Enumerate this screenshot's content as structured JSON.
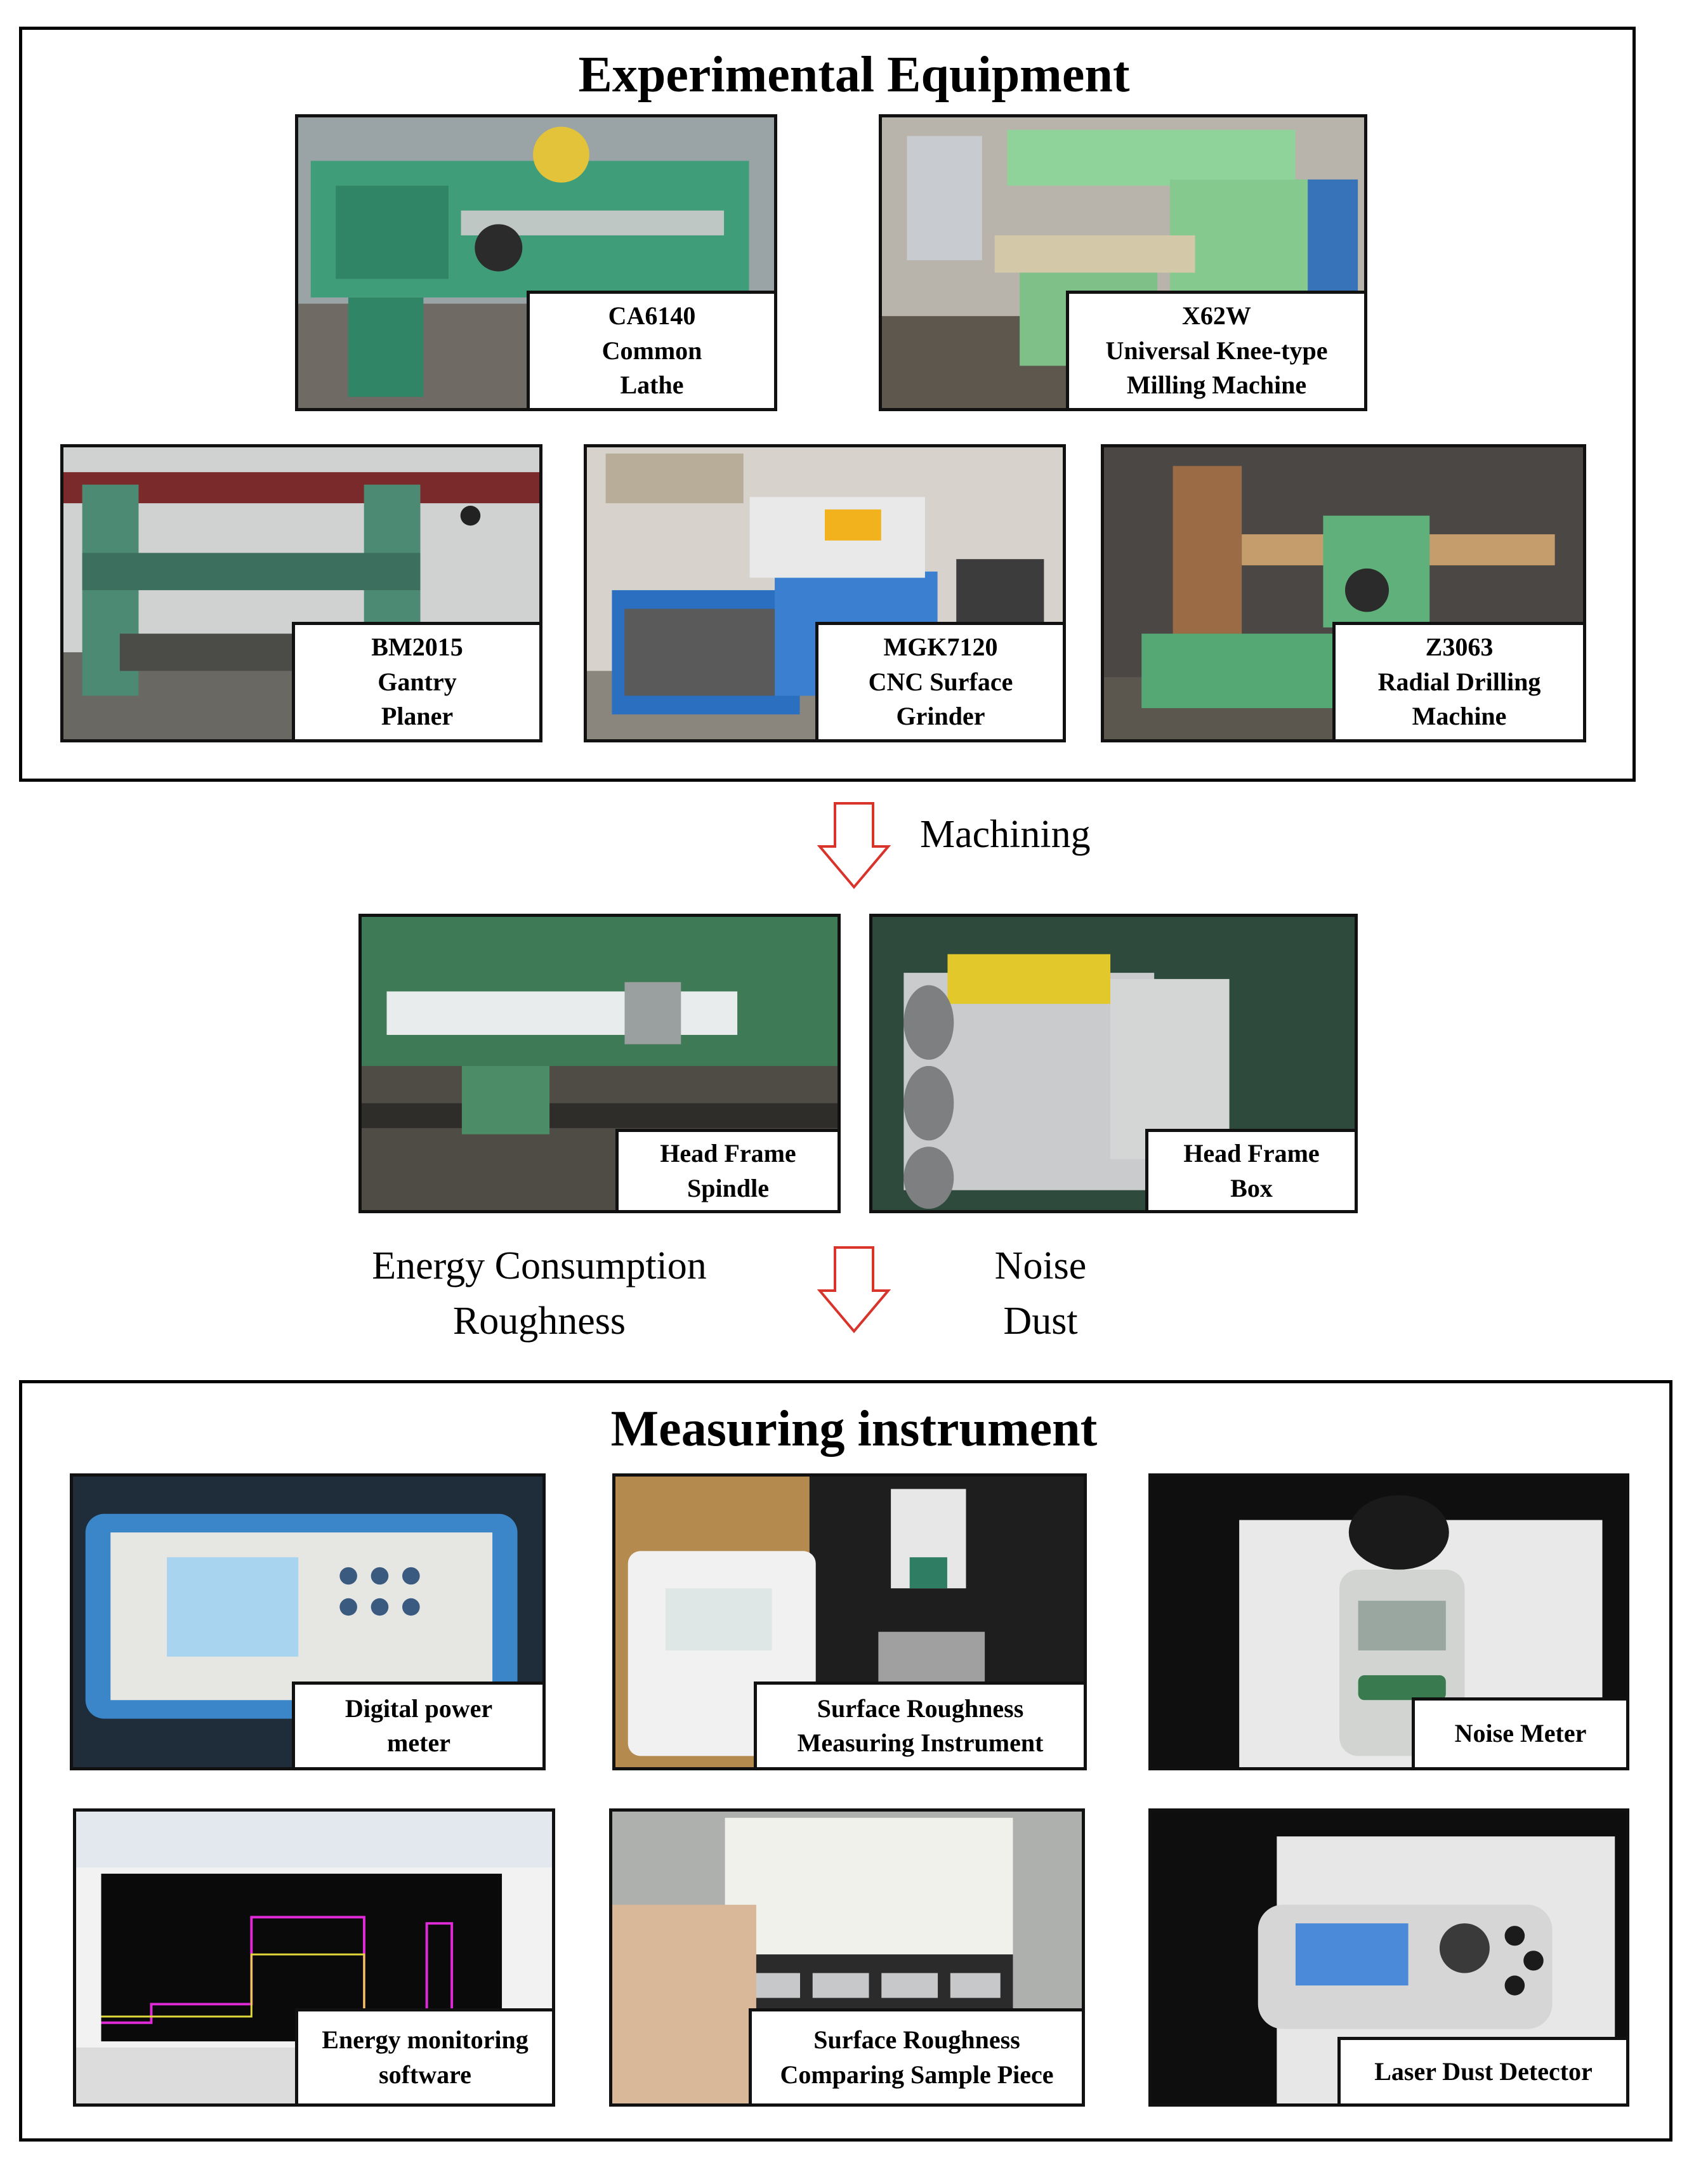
{
  "experimental_equipment": {
    "title": "Experimental Equipment",
    "machines": [
      {
        "caption": [
          "CA6140",
          "Common",
          "Lathe"
        ]
      },
      {
        "caption": [
          "X62W",
          "Universal Knee-type",
          "Milling Machine"
        ]
      },
      {
        "caption": [
          "BM2015",
          "Gantry",
          "Planer"
        ]
      },
      {
        "caption": [
          "MGK7120",
          "CNC Surface",
          "Grinder"
        ]
      },
      {
        "caption": [
          "Z3063",
          "Radial Drilling",
          "Machine"
        ]
      }
    ]
  },
  "process_step_1": {
    "label": "Machining"
  },
  "workpieces": [
    {
      "caption": [
        "Head Frame",
        "Spindle"
      ]
    },
    {
      "caption": [
        "Head Frame",
        "Box"
      ]
    }
  ],
  "process_step_2": {
    "left_labels": [
      "Energy Consumption",
      "Roughness"
    ],
    "right_labels": [
      "Noise",
      "Dust"
    ]
  },
  "measuring_instrument": {
    "title": "Measuring instrument",
    "instruments": [
      {
        "caption": [
          "Digital power",
          "meter"
        ]
      },
      {
        "caption": [
          "Surface Roughness",
          "Measuring Instrument"
        ]
      },
      {
        "caption": [
          "Noise Meter"
        ]
      },
      {
        "caption": [
          "Energy monitoring",
          "software"
        ]
      },
      {
        "caption": [
          "Surface Roughness",
          "Comparing Sample Piece"
        ]
      },
      {
        "caption": [
          "Laser Dust Detector"
        ]
      }
    ]
  },
  "colors": {
    "arrow": "#d9342b",
    "machine_green": "#3f9e79",
    "frame": "#000000"
  }
}
